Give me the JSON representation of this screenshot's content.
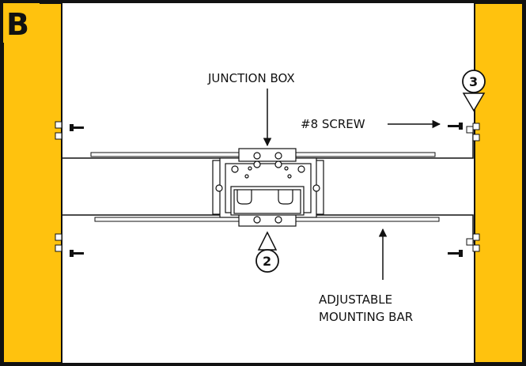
{
  "panel_letter": "B",
  "labels": {
    "junction_box": "JUNCTION BOX",
    "screw": "#8 SCREW",
    "bar_line1": "ADJUSTABLE",
    "bar_line2": "MOUNTING BAR"
  },
  "callouts": {
    "step_top": "3",
    "step_bottom": "2"
  },
  "colors": {
    "joist": "#FFC20E",
    "line": "#111111",
    "background": "#FFFFFF"
  }
}
